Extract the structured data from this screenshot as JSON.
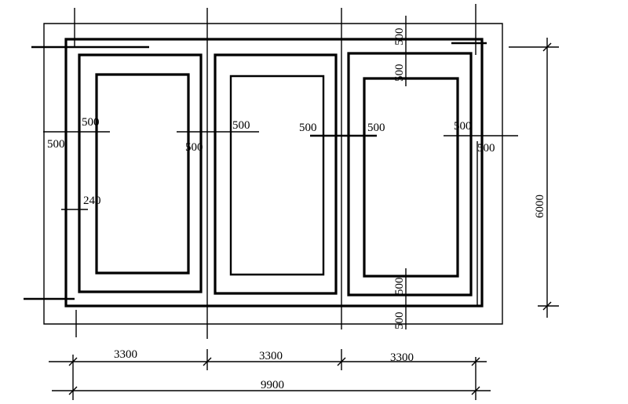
{
  "dimensions": {
    "bottom": {
      "bay1": "3300",
      "bay2": "3300",
      "bay3": "3300",
      "total": "9900"
    },
    "right": {
      "height": "6000"
    },
    "offsets": {
      "left_outer": "500",
      "left_inner": "500",
      "left_wall": "240",
      "mid1_left": "500",
      "mid1_right": "500",
      "mid2_left": "500",
      "mid2_right": "500",
      "right_inner": "500",
      "right_outer": "500",
      "top_outer": "500",
      "top_inner": "500",
      "bottom_inner": "500",
      "bottom_outer": "500"
    }
  },
  "colors": {
    "line": "#000000",
    "background": "#ffffff"
  }
}
